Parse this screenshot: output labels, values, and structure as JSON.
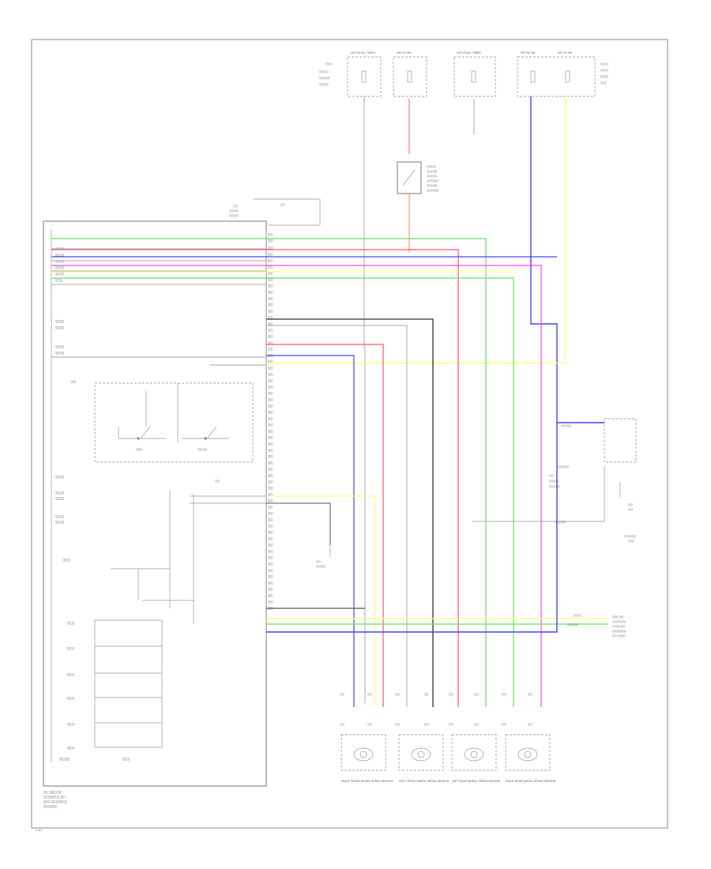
{
  "colors": {
    "green": "#66e066",
    "red": "#ff5566",
    "blue": "#4444ff",
    "magenta": "#ff44ff",
    "yellow": "#ffff77",
    "orange": "#ff8844",
    "dark_gray": "#555555",
    "light_gray": "#aaaaaa"
  },
  "footer": {
    "code": "1 of 1"
  },
  "fuse_blocks": [
    {
      "label": "HOT AT ALL TIMES"
    },
    {
      "label": "HOT IN ON"
    },
    {
      "label": "HOT AT ALL TIMES"
    },
    {
      "label": "HOT IN ON"
    },
    {
      "label": "HOT IN ON"
    }
  ],
  "sensors": [
    {
      "label": "RIGHT FRONT WHEEL SPEED SENSOR"
    },
    {
      "label": "LEFT FRONT WHEEL SPEED SENSOR"
    },
    {
      "label": "LEFT REAR WHEEL SPEED SENSOR"
    },
    {
      "label": "RIGHT REAR WHEEL SPEED SENSOR"
    }
  ],
  "icons": {
    "fuse": "fuse-icon",
    "switch": "switch-icon",
    "sensor": "wheel-sensor-icon",
    "ground": "ground-icon"
  }
}
